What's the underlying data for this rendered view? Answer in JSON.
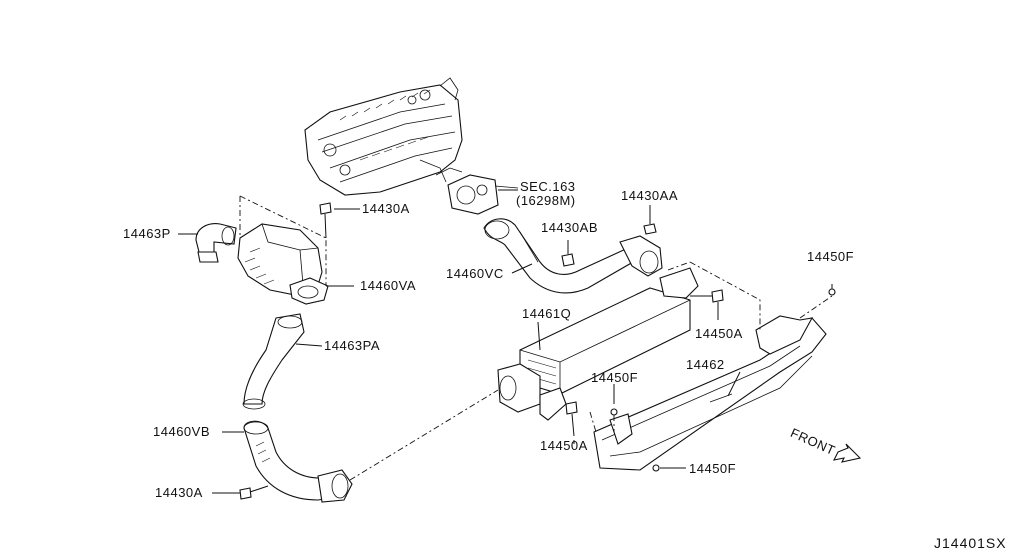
{
  "labels": {
    "p14463P": "14463P",
    "p14430A_top": "14430A",
    "p14460VA": "14460VA",
    "p14463PA": "14463PA",
    "p14460VB": "14460VB",
    "p14430A_bottom": "14430A",
    "sec163": "SEC.163",
    "sec163_sub": "(16298M)",
    "p14430AA": "14430AA",
    "p14430AB": "14430AB",
    "p14460VC": "14460VC",
    "p14450F_right": "14450F",
    "p14461Q": "14461Q",
    "p14450A_right": "14450A",
    "p14462": "14462",
    "p14450F_mid": "14450F",
    "p14450A_bottom": "14450A",
    "p14450F_bottom": "14450F",
    "front": "FRONT",
    "reference": "J14401SX"
  }
}
